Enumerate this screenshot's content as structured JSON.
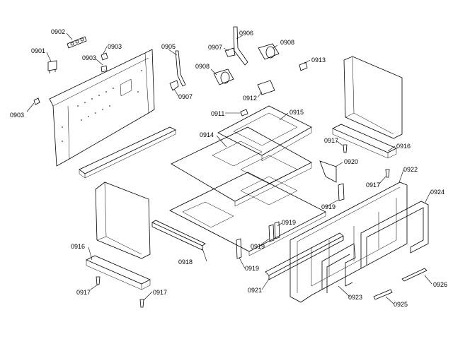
{
  "labels": [
    "0902",
    "0901",
    "0903",
    "0903",
    "0903",
    "0905",
    "0906",
    "0907",
    "0907",
    "0908",
    "0908",
    "0913",
    "0912",
    "0911",
    "0915",
    "0914",
    "0917",
    "0916",
    "0920",
    "0922",
    "0917",
    "0924",
    "0919",
    "0919",
    "0919",
    "0916",
    "0917",
    "0918",
    "0919",
    "0917",
    "0921",
    "0923",
    "0926",
    "0925"
  ]
}
